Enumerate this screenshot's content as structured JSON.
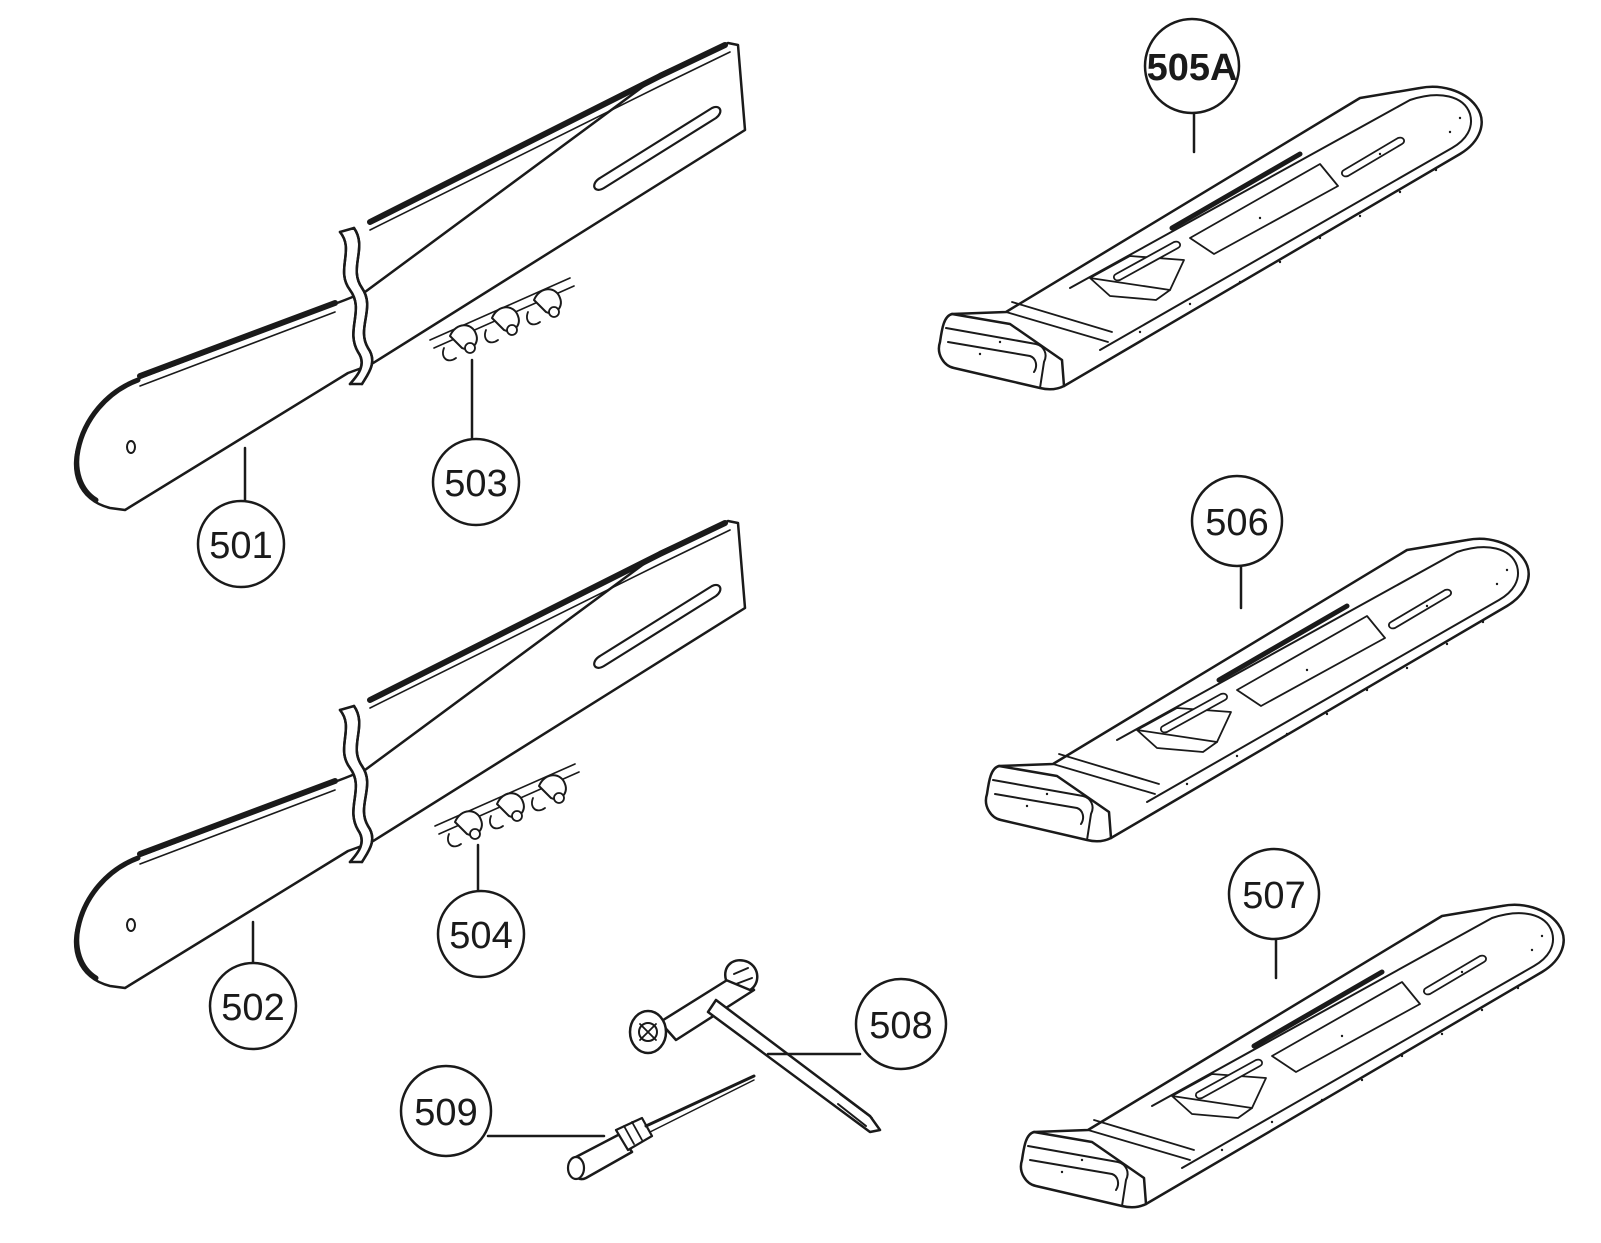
{
  "diagram": {
    "callouts": {
      "c501": "501",
      "c502": "502",
      "c503": "503",
      "c504": "504",
      "c505a": "505A",
      "c506": "506",
      "c507": "507",
      "c508": "508",
      "c509": "509"
    },
    "colors": {
      "ink": "#1a1a1a",
      "background": "#ffffff"
    }
  }
}
